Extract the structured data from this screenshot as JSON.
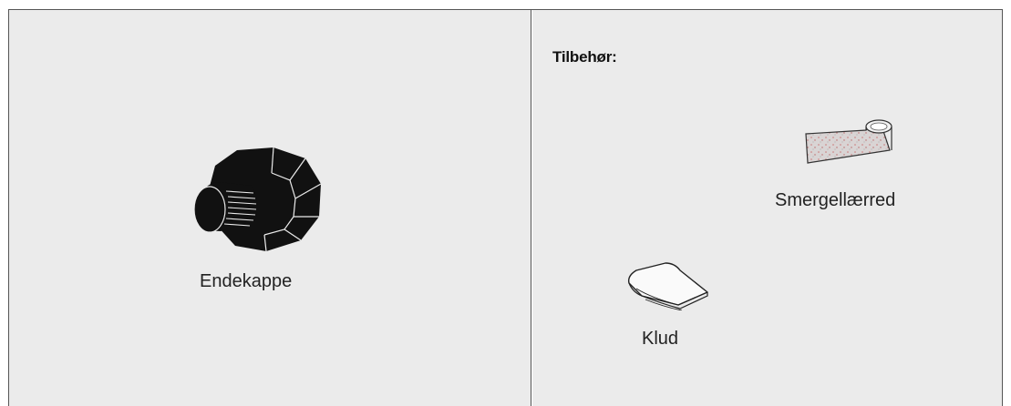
{
  "section_title": "Tilbehør:",
  "items": {
    "endekappe": {
      "label": "Endekappe",
      "icon": "end-cap-icon"
    },
    "smergellaerred": {
      "label": "Smergellærred",
      "icon": "emery-cloth-roll-icon"
    },
    "klud": {
      "label": "Klud",
      "icon": "folded-cloth-icon"
    }
  },
  "colors": {
    "panel_background": "#ebebeb",
    "border": "#555555",
    "icon_fill": "#111111"
  }
}
